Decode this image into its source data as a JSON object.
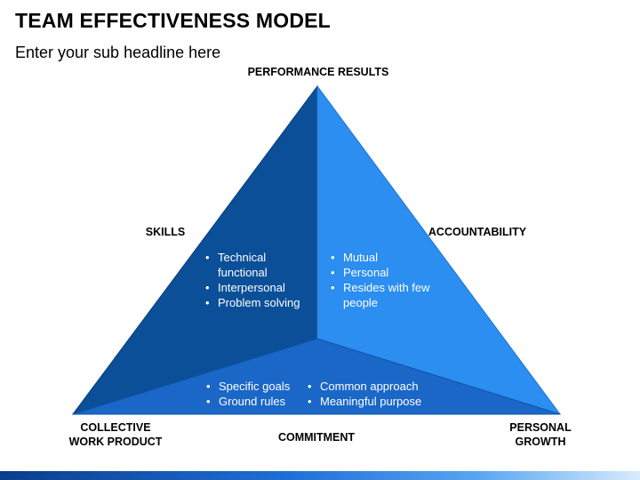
{
  "header": {
    "title": "TEAM EFFECTIVENESS MODEL",
    "subtitle": "Enter your sub headline here"
  },
  "labels": {
    "top": "PERFORMANCE RESULTS",
    "left": "SKILLS",
    "right": "ACCOUNTABILITY",
    "bottom_left_line1": "COLLECTIVE",
    "bottom_left_line2": "WORK PRODUCT",
    "bottom_center": "COMMITMENT",
    "bottom_right_line1": "PERSONAL",
    "bottom_right_line2": "GROWTH"
  },
  "faces": {
    "left": {
      "color": "#0b4f98",
      "items": [
        "Technical functional",
        "Interpersonal",
        "Problem solving"
      ]
    },
    "right": {
      "color": "#2b8ef0",
      "items": [
        "Mutual",
        "Personal",
        "Resides with few people"
      ]
    },
    "bottom": {
      "color": "#1a67c7",
      "items_col1": [
        "Specific goals",
        "Ground rules"
      ],
      "items_col2": [
        "Common approach",
        "Meaningful purpose"
      ]
    }
  }
}
